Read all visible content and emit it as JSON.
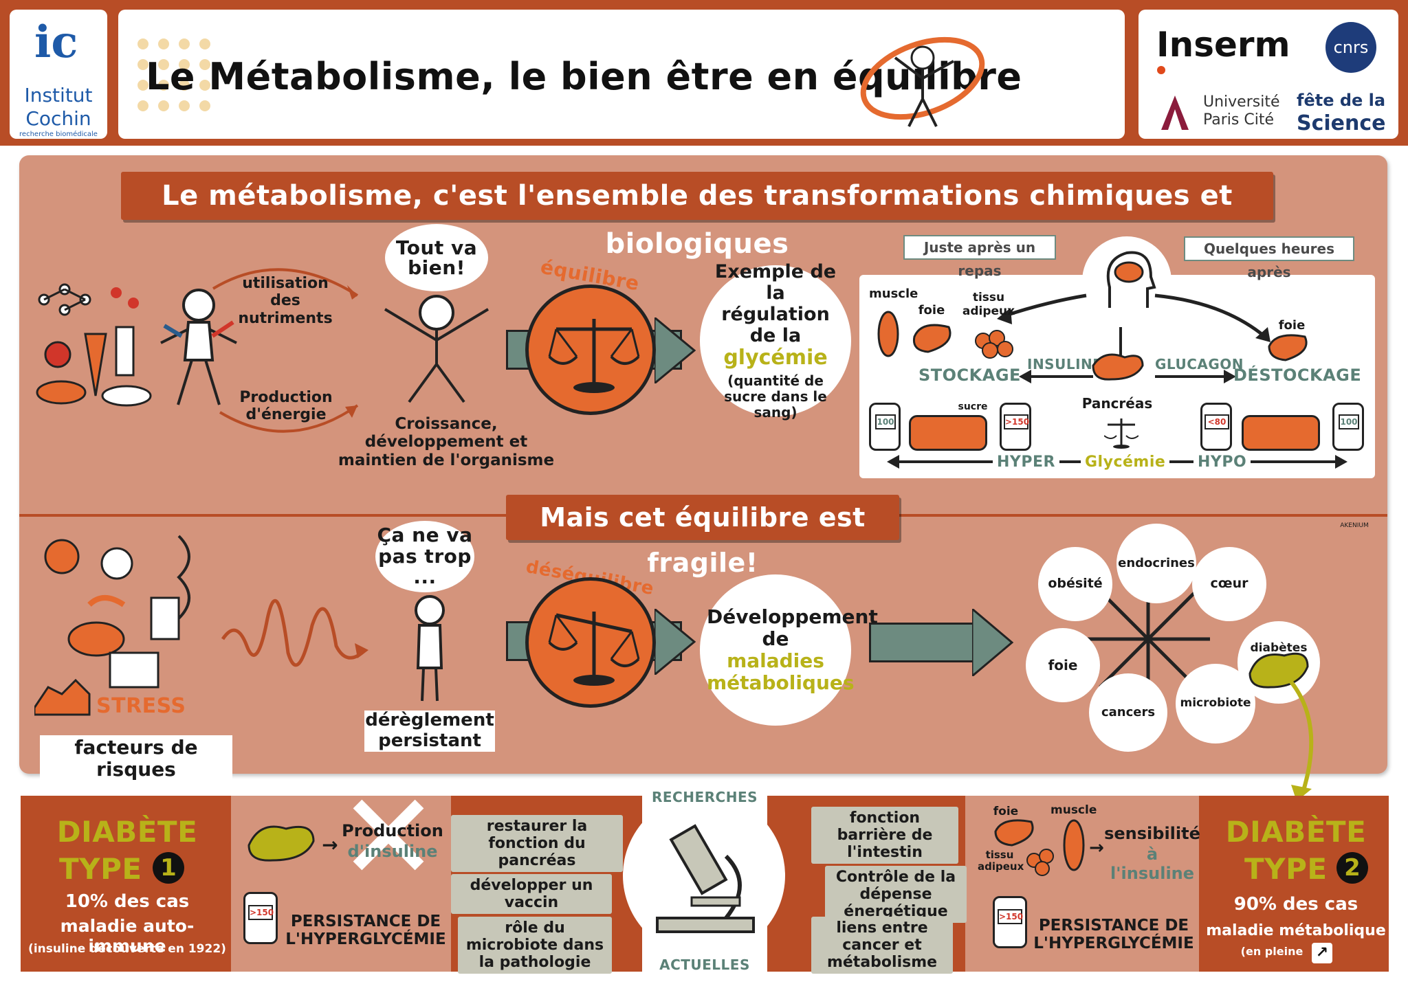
{
  "header": {
    "institut_name": "Institut",
    "institut_name2": "Cochin",
    "institut_sub": "recherche biomédicale",
    "institut_mark": "ic",
    "title": "Le Métabolisme, le bien être en équilibre",
    "inserm": "Inserm",
    "cnrs": "cnrs",
    "univ1": "Université",
    "univ2": "Paris Cité",
    "fete1": "fête de la",
    "fete2": "Science"
  },
  "main": {
    "banner": "Le métabolisme, c'est l'ensemble des transformations chimiques et biologiques",
    "utilisation": "utilisation des nutriments",
    "production": "Production d'énergie",
    "bubble": "Tout va bien!",
    "croissance": "Croissance, développement et maintien de l'organisme",
    "equilibre": "équilibre",
    "exemple": "Exemple de la régulation de la",
    "glycemie": "glycémie",
    "quantite": "(quantité de sucre dans le sang)",
    "juste": "Juste après un repas",
    "quelques": "Quelques heures après",
    "muscle": "muscle",
    "foie1": "foie",
    "tissu": "tissu adipeux",
    "foie2": "foie",
    "stockage": "STOCKAGE",
    "insuline": "INSULINE",
    "glucagon": "GLUCAGON",
    "destockage": "DÉSTOCKAGE",
    "sucre": "sucre",
    "pancreas": "Pancréas",
    "v100a": "100",
    "v150": ">150",
    "v80": "<80",
    "v100b": "100",
    "hyper": "HYPER",
    "glycemie2": "Glycémie",
    "hypo": "HYPO"
  },
  "fragile": {
    "banner": "Mais cet équilibre est fragile!",
    "facteurs": "facteurs de risques",
    "stress": "STRESS",
    "bubble": "Ça ne va pas trop ...",
    "dereglement": "dérèglement persistant",
    "desequilibre": "déséquilibre",
    "dev1": "Développement de",
    "dev2": "maladies métaboliques",
    "akenium": "AKENIUM",
    "obesite": "obésité",
    "endocrines": "endocrines",
    "coeur": "cœur",
    "foie": "foie",
    "diabetes": "diabètes",
    "cancers": "cancers",
    "microbiote": "microbiote"
  },
  "bottom": {
    "d1_title1": "DIABÈTE",
    "d1_title2": "TYPE",
    "d1_num": "1",
    "d1_pct": "10% des cas",
    "d1_desc": "maladie auto-immune",
    "d1_note": "(insuline découverte en 1922)",
    "prod_insuline1": "Production",
    "prod_insuline2": "d'insuline",
    "persistance": "PERSISTANCE DE L'HYPERGLYCÉMIE",
    "v150a": ">150",
    "r1": "restaurer la fonction du pancréas",
    "r2": "développer un vaccin",
    "r3": "rôle du microbiote dans la pathologie",
    "recherches": "RECHERCHES",
    "actuelles": "ACTUELLES",
    "r4": "fonction barrière de l'intestin",
    "r5": "Contrôle de la dépense énergétique",
    "r6": "liens entre cancer et métabolisme",
    "foie": "foie",
    "muscle": "muscle",
    "tissu": "tissu adipeux",
    "sensibilite1": "sensibilité",
    "sensibilite2": "à l'insuline",
    "persistance2": "PERSISTANCE DE L'HYPERGLYCÉMIE",
    "v150b": ">150",
    "d2_title1": "DIABÈTE",
    "d2_title2": "TYPE",
    "d2_num": "2",
    "d2_pct": "90% des cas",
    "d2_desc": "maladie métabolique",
    "d2_note": "(en pleine"
  }
}
